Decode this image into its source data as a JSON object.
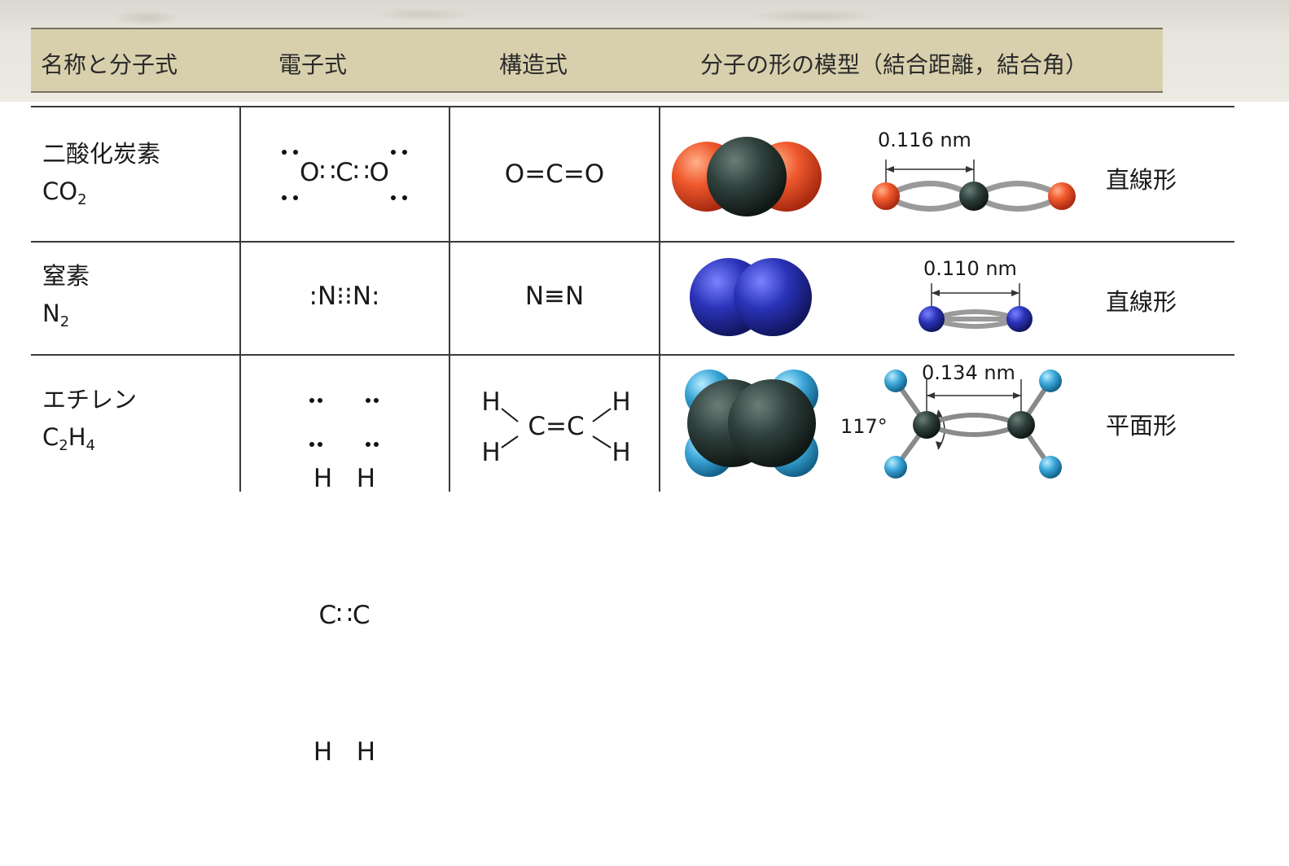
{
  "header": {
    "col1": "名称と分子式",
    "col2": "電子式",
    "col3": "構造式",
    "col4": "分子の形の模型（結合距離，結合角）"
  },
  "rows": [
    {
      "name": "二酸化炭素",
      "formula_parts": [
        "CO",
        "2"
      ],
      "electron": {
        "main": "O∷C∷O"
      },
      "structural": "O=C=O",
      "bond_length": "0.116 nm",
      "shape": "直線形",
      "atom_colors": {
        "O": "#e8452a",
        "C": "#2f403c"
      }
    },
    {
      "name": "窒素",
      "formula_parts": [
        "N",
        "2"
      ],
      "electron": {
        "main": ":N⁝⁝N:"
      },
      "structural": "N≡N",
      "bond_length": "0.110 nm",
      "shape": "直線形",
      "atom_colors": {
        "N": "#2a33b8"
      }
    },
    {
      "name": "エチレン",
      "formula_parts": [
        "C",
        "2",
        "H",
        "4"
      ],
      "electron": {
        "top": "H   H",
        "main": "C∷C",
        "bottom": "H   H"
      },
      "structural": {
        "h_tl": "H",
        "h_bl": "H",
        "center": "C=C",
        "h_tr": "H",
        "h_br": "H"
      },
      "bond_length": "0.134 nm",
      "bond_angle": "117°",
      "shape": "平面形",
      "atom_colors": {
        "H": "#3aa6d8",
        "C": "#2f403c"
      }
    }
  ]
}
